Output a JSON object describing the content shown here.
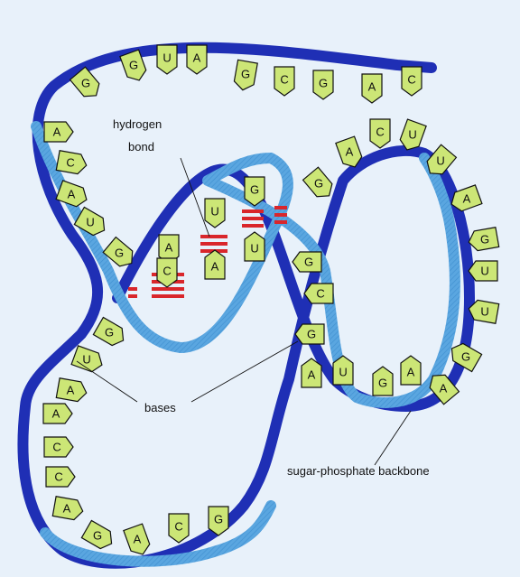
{
  "labels": {
    "hydrogen_bond_line1": "hydrogen",
    "hydrogen_bond_line2": "bond",
    "bases": "bases",
    "backbone": "sugar-phosphate backbone"
  },
  "bases": [
    {
      "letter": "G"
    },
    {
      "letter": "G"
    },
    {
      "letter": "U"
    },
    {
      "letter": "A"
    },
    {
      "letter": "G"
    },
    {
      "letter": "C"
    },
    {
      "letter": "G"
    },
    {
      "letter": "A"
    },
    {
      "letter": "C"
    },
    {
      "letter": "A"
    },
    {
      "letter": "C"
    },
    {
      "letter": "A"
    },
    {
      "letter": "U"
    },
    {
      "letter": "G"
    },
    {
      "letter": "G"
    },
    {
      "letter": "A"
    },
    {
      "letter": "C"
    },
    {
      "letter": "U"
    },
    {
      "letter": "A"
    },
    {
      "letter": "G"
    },
    {
      "letter": "U"
    },
    {
      "letter": "A"
    },
    {
      "letter": "C"
    },
    {
      "letter": "U"
    },
    {
      "letter": "U"
    },
    {
      "letter": "A"
    },
    {
      "letter": "G"
    },
    {
      "letter": "U"
    },
    {
      "letter": "U"
    },
    {
      "letter": "G"
    },
    {
      "letter": "A"
    },
    {
      "letter": "A"
    },
    {
      "letter": "G"
    },
    {
      "letter": "U"
    },
    {
      "letter": "A"
    },
    {
      "letter": "G"
    },
    {
      "letter": "C"
    },
    {
      "letter": "G"
    },
    {
      "letter": "G"
    },
    {
      "letter": "U"
    },
    {
      "letter": "A"
    },
    {
      "letter": "A"
    },
    {
      "letter": "C"
    },
    {
      "letter": "C"
    },
    {
      "letter": "A"
    },
    {
      "letter": "G"
    },
    {
      "letter": "A"
    },
    {
      "letter": "C"
    },
    {
      "letter": "G"
    }
  ],
  "colors": {
    "background": "#e8f1fa",
    "backbone_dark": "#1f2fb5",
    "backbone_light": "#5aa6e0",
    "base_fill": "#cce676",
    "hydrogen_bond": "#d9262b"
  }
}
